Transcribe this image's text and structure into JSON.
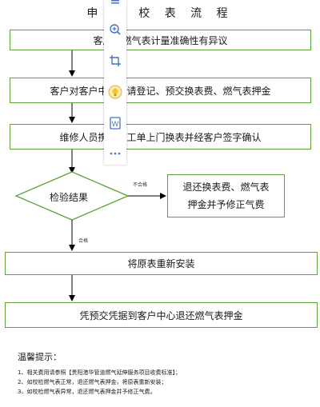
{
  "title": "申 请 校 表 流 程",
  "steps": {
    "step1": "客户对燃气表计量准确性有异议",
    "step2": "客户对客户中心申请登记、预交换表费、燃气表押金",
    "step3": "维修人员携带派工单上门换表并经客户签字确认",
    "decision": "检验结果",
    "fail_line1": "退还换表费、燃气表",
    "fail_line2": "押金并予修正气费",
    "step5": "将原表重新安装",
    "step6": "凭预交凭据到客户中心退还燃气表押金"
  },
  "branches": {
    "fail": "不合格",
    "pass": "合格"
  },
  "toolbar": {
    "buttons": [
      {
        "icon": "zoom-in-icon",
        "glyph": "⊕"
      },
      {
        "icon": "crop-icon",
        "glyph": "⌗"
      },
      {
        "icon": "lightbulb-icon",
        "glyph": "💡"
      },
      {
        "icon": "word-export-icon",
        "glyph": "W"
      },
      {
        "icon": "more-icon",
        "glyph": "•••"
      }
    ]
  },
  "notes": {
    "title": "温馨提示：",
    "lines": [
      "1、相关费用请参照【贵阳港华管道燃气延伸服务项目收费标准】；",
      "2、如校检燃气表正常，退还燃气表押金，将原表重新安装；",
      "3、如校检燃气表异常，退还燃气表押金并予修正气费。"
    ]
  },
  "colors": {
    "border": "#5ea43a",
    "arrow": "#000000",
    "accent": "#4472c4"
  }
}
